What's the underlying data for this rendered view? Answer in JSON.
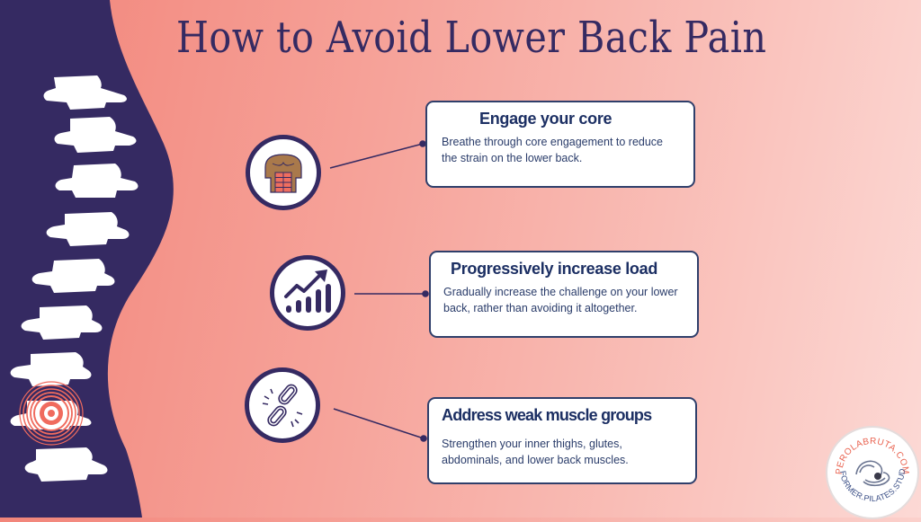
{
  "title": "How to Avoid Lower Back Pain",
  "colors": {
    "navy": "#352a62",
    "coral": "#f2857a",
    "card_text": "#1c2f63",
    "pain_marker": "#f06b5e"
  },
  "tips": [
    {
      "icon": "abs-torso-icon",
      "title": "Engage your core",
      "body": "Breathe through core engagement to reduce the strain on the lower back."
    },
    {
      "icon": "growth-chart-icon",
      "title": "Progressively increase load",
      "body": "Gradually increase the challenge on your lower back, rather than avoiding it altogether."
    },
    {
      "icon": "broken-chain-icon",
      "title": "Address weak muscle groups",
      "body": "Strengthen your inner thighs, glutes, abdominals, and lower back muscles."
    }
  ],
  "logo": {
    "top_text": "PEROLABRUTA.COM",
    "bottom_text": "REFORMER.PILATES.STUDIO",
    "icon": "oyster-pearl-icon"
  }
}
